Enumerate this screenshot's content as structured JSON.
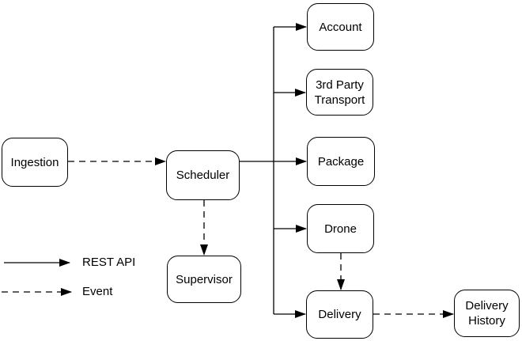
{
  "diagram": {
    "nodes": [
      {
        "id": "ingestion",
        "label": "Ingestion"
      },
      {
        "id": "scheduler",
        "label": "Scheduler"
      },
      {
        "id": "supervisor",
        "label": "Supervisor"
      },
      {
        "id": "account",
        "label": "Account"
      },
      {
        "id": "third-party-transport",
        "label": "3rd Party Transport"
      },
      {
        "id": "package",
        "label": "Package"
      },
      {
        "id": "drone",
        "label": "Drone"
      },
      {
        "id": "delivery",
        "label": "Delivery"
      },
      {
        "id": "delivery-history",
        "label": "Delivery History"
      }
    ],
    "edges": [
      {
        "from": "Ingestion",
        "to": "Scheduler",
        "type": "Event"
      },
      {
        "from": "Scheduler",
        "to": "Account",
        "type": "REST API"
      },
      {
        "from": "Scheduler",
        "to": "3rd Party Transport",
        "type": "REST API"
      },
      {
        "from": "Scheduler",
        "to": "Package",
        "type": "REST API"
      },
      {
        "from": "Scheduler",
        "to": "Drone",
        "type": "REST API"
      },
      {
        "from": "Scheduler",
        "to": "Delivery",
        "type": "REST API"
      },
      {
        "from": "Scheduler",
        "to": "Supervisor",
        "type": "Event"
      },
      {
        "from": "Drone",
        "to": "Delivery",
        "type": "Event"
      },
      {
        "from": "Delivery",
        "to": "Delivery History",
        "type": "Event"
      }
    ],
    "legend": {
      "items": [
        {
          "style": "solid-arrow",
          "label": "REST API"
        },
        {
          "style": "dashed-arrow",
          "label": "Event"
        }
      ]
    },
    "colors": {
      "line": "#000000",
      "node_border": "#000000",
      "node_fill": "#ffffff",
      "text": "#000000",
      "background": "#ffffff"
    }
  }
}
